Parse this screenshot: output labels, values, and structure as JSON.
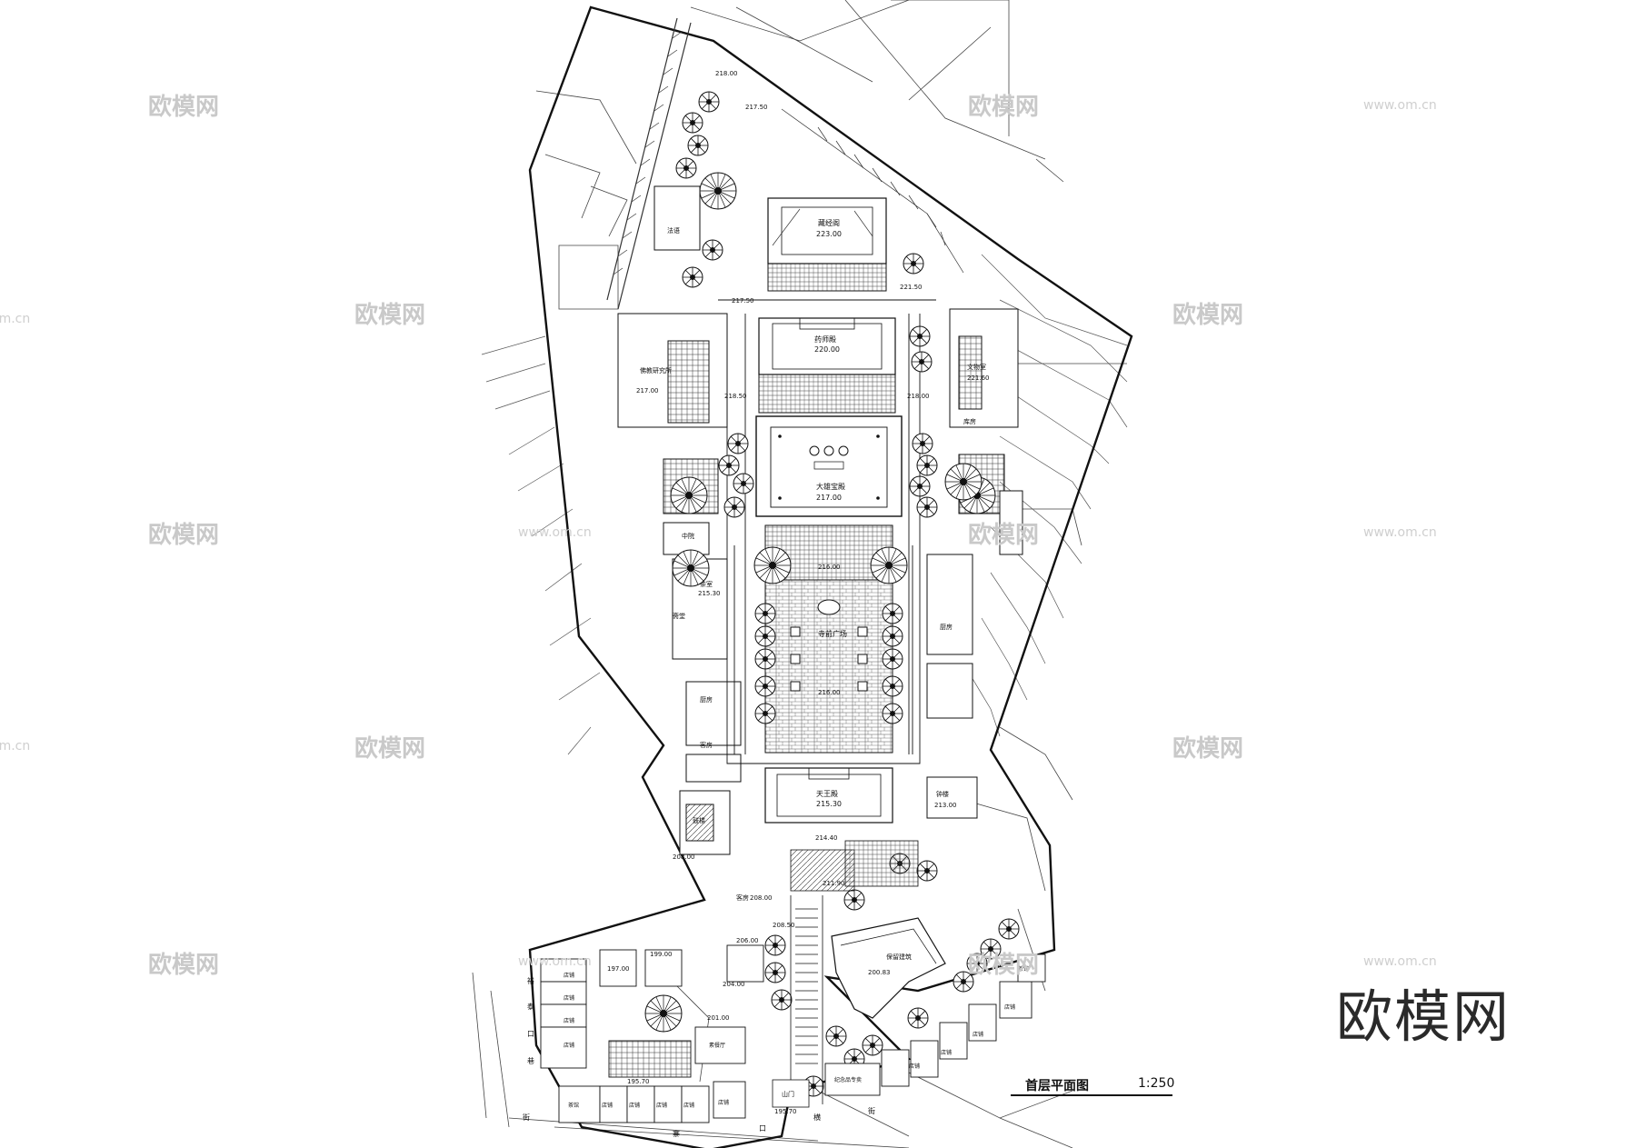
{
  "watermarks": {
    "cn": "欧模网",
    "url": "www.om.cn",
    "cn_partial": "om.cn"
  },
  "brand": "欧模网",
  "drawing_title": "首层平面图",
  "scale": "1:250",
  "rooms": {
    "cangjing": "藏经阁",
    "cangjing_elev": "223.00",
    "falv": "法语",
    "yaoshi": "药师殿",
    "yaoshi_elev": "220.00",
    "daxiong": "大雄宝殿",
    "daxiong_elev": "217.00",
    "tianwang": "天王殿",
    "tianwang_elev": "215.30",
    "fojiao": "佛教研究所",
    "fojiao_elev": "217.00",
    "wenwu": "文物室",
    "wenwu_elev": "221.60",
    "zhongyi": "中院",
    "cangku": "库房",
    "chashi": "茶室",
    "chashi_elev": "215.30",
    "zhai": "斋堂",
    "chufang": "厨房",
    "gulou": "鼓楼",
    "zhonglou": "钟楼",
    "zhonglou_elev": "213.00",
    "shanmen": "山门",
    "kefang": "客房",
    "zhaitang": "素餐厅",
    "chaguan": "茶馆",
    "baocun": "保留建筑",
    "baocun_elev": "200.83",
    "jinian": "纪念品专卖",
    "dianpu": "店铺",
    "guangchang": "寺前广场"
  },
  "elevations": {
    "e1": "218.00",
    "e2": "217.50",
    "e3": "217.50",
    "e4": "221.50",
    "e5": "218.50",
    "e6": "218.00",
    "e7": "216.00",
    "e8": "216.00",
    "e9": "214.40",
    "e10": "211.90",
    "e11": "208.00",
    "e12": "208.00",
    "e13": "208.50",
    "e14": "206.00",
    "e15": "204.00",
    "e16": "201.00",
    "e17": "199.00",
    "e18": "197.00",
    "e19": "195.70",
    "e20": "195.70"
  },
  "streets": {
    "left1": "裕",
    "left2": "泰",
    "left3": "口",
    "left4": "巷",
    "left5": "街",
    "bottom1": "寨",
    "bottom2": "口",
    "bottom3": "横",
    "bottom4": "街"
  }
}
